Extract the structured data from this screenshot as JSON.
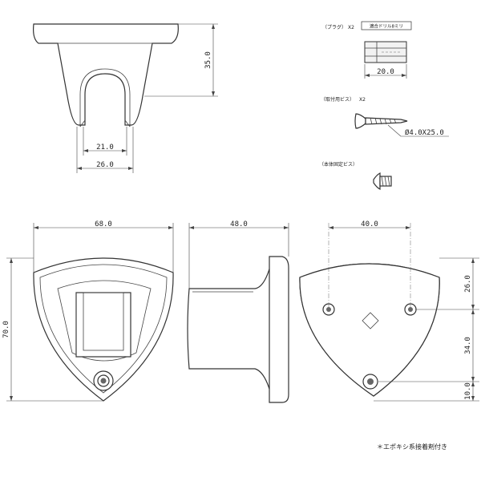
{
  "dimensions": {
    "top_height": "35.0",
    "top_inner_width": "21.0",
    "top_outer_width": "26.0",
    "plug_length": "20.0",
    "front_width": "68.0",
    "side_depth": "48.0",
    "back_hole_spacing": "40.0",
    "front_height": "70.0",
    "back_v1": "26.0",
    "back_v2": "34.0",
    "back_v3": "10.0"
  },
  "parts": {
    "plug_label": "（プラグ）",
    "plug_qty": "X2",
    "plug_note": "適合ドリル8ミリ",
    "screw_label": "（取付用ビス）",
    "screw_qty": "X2",
    "screw_spec": "Ø4.0X25.0",
    "fix_screw_label": "（本体固定ビス）"
  },
  "footnote": "＊エポキシ系接着剤付き"
}
